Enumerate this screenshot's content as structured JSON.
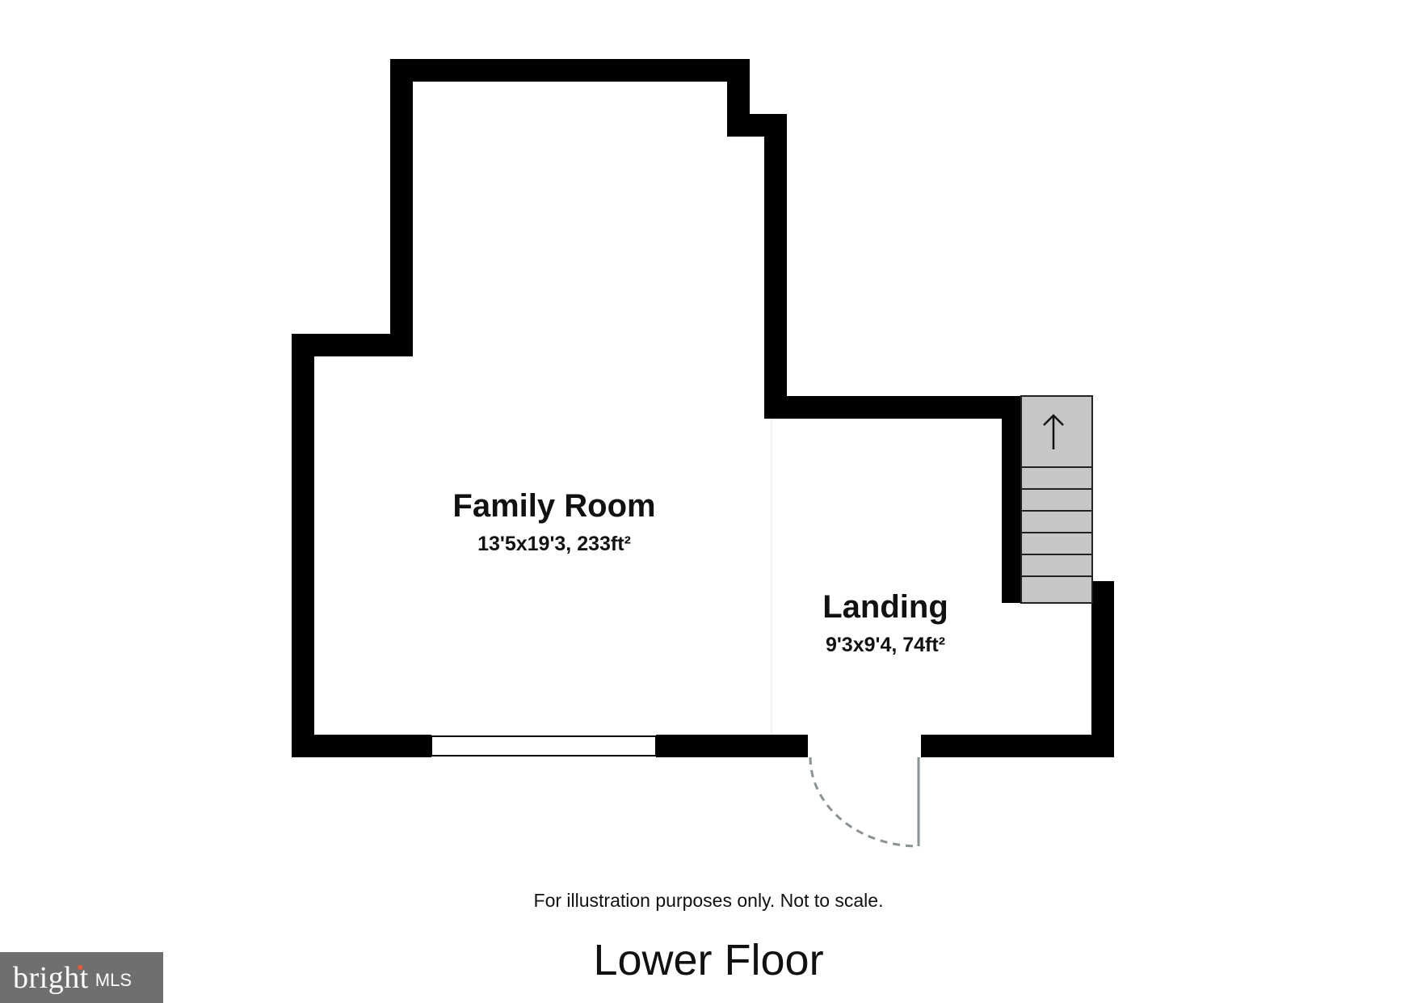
{
  "rooms": [
    {
      "name": "Family Room",
      "dimensions": "13'5x19'3, 233ft²"
    },
    {
      "name": "Landing",
      "dimensions": "9'3x9'4, 74ft²"
    }
  ],
  "disclaimer": "For illustration purposes only. Not to scale.",
  "floor_title": "Lower Floor",
  "logo": {
    "word": "bright",
    "suffix": "MLS",
    "dot_color": "#e25b3c"
  },
  "colors": {
    "wall": "#000000",
    "stairs": "#c6c6c6",
    "door_swing": "#8a9296"
  },
  "icons": [
    "arrow-up-icon"
  ]
}
